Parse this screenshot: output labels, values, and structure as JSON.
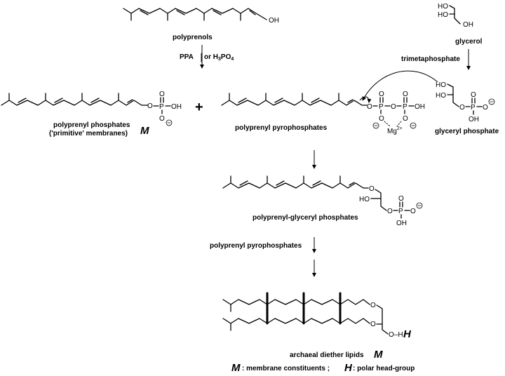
{
  "labels": {
    "polyprenols": "polyprenols",
    "glycerol": "glycerol",
    "reagent_ppa": "PPA",
    "reagent_or": "or H",
    "reagent_h3po4_3": "3",
    "reagent_po": "PO",
    "reagent_h3po4_4": "4",
    "trimetaphosphate": "trimetaphosphate",
    "polyprenyl_phosphates": "polyprenyl phosphates",
    "primitive_membranes": "('primitive' membranes)",
    "polyprenyl_pyrophosphates": "polyprenyl pyrophosphates",
    "glyceryl_phosphate": "glyceryl phosphate",
    "polyprenyl_glyceryl_phosphates": "polyprenyl-glyceryl phosphates",
    "reagent_pyrophosphates": "polyprenyl pyrophosphates",
    "archaeal_diether_lipids": "archaeal diether lipids",
    "legend_rest_m": ": membrane constituents ; ",
    "legend_rest_h": ": polar head-group"
  },
  "symbols": {
    "plus": "+",
    "M": "M",
    "H": "H",
    "OH": "OH",
    "HO": "HO",
    "O": "O",
    "P": "P",
    "OminusH": "O–H",
    "minus": "−",
    "mg": "Mg",
    "mg_charge": "2+"
  }
}
